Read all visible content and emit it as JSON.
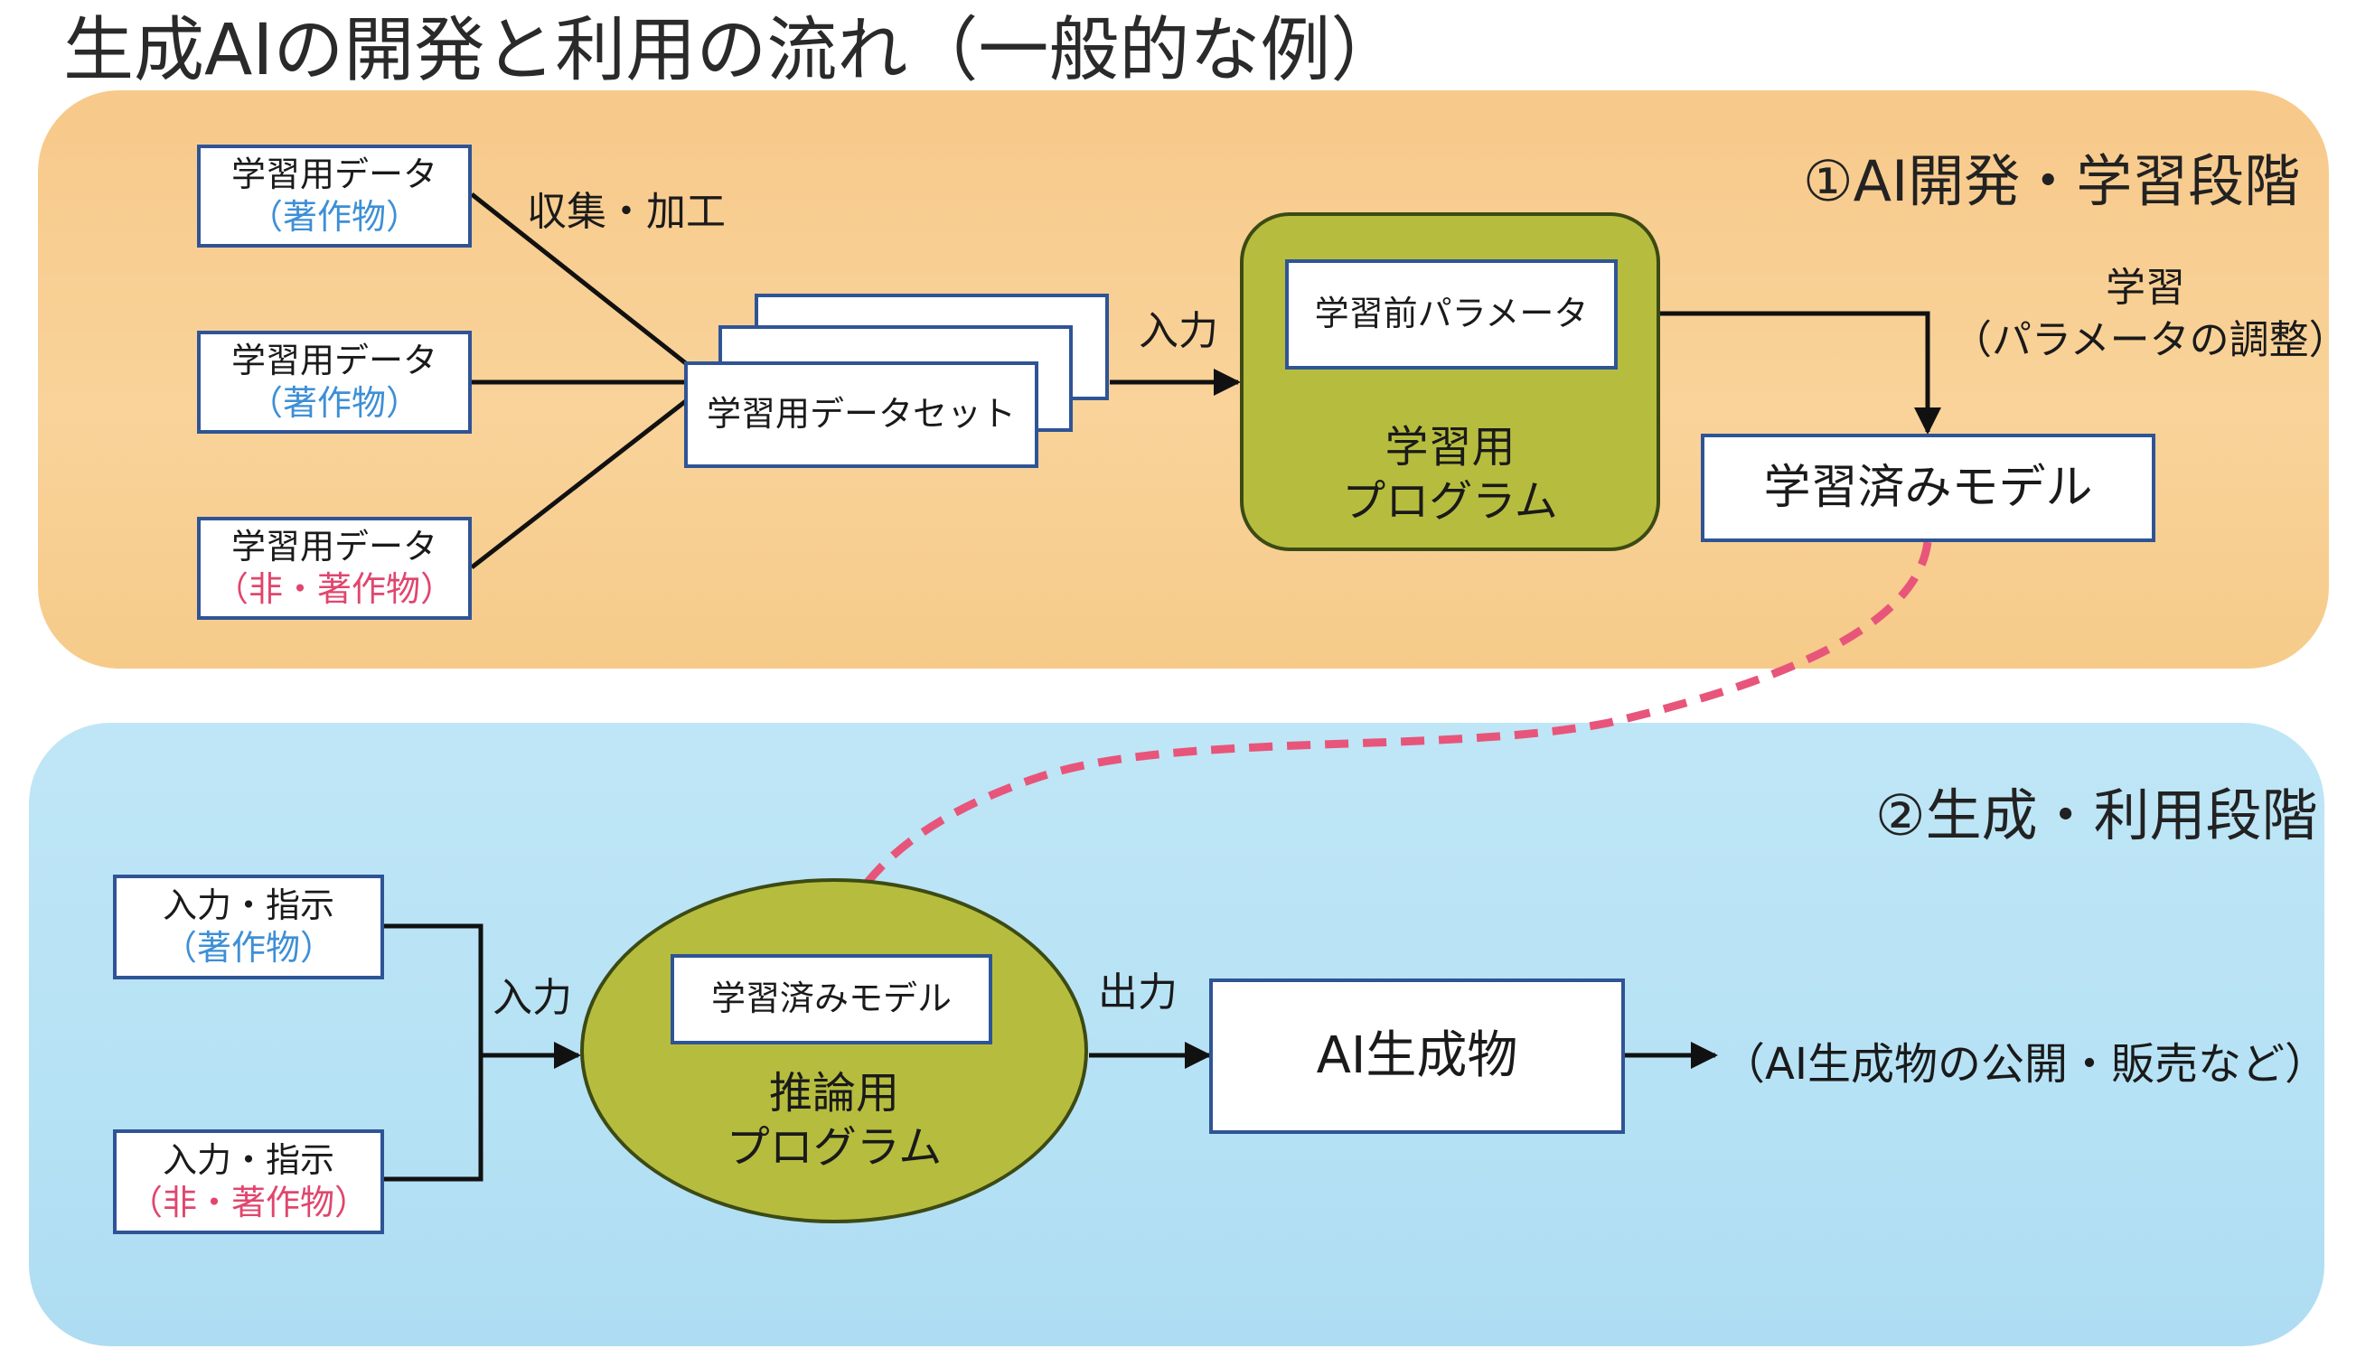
{
  "title": "生成AIの開発と利用の流れ（一般的な例）",
  "stage1": {
    "label": "①AI開発・学習段階",
    "data_boxes": [
      {
        "line1": "学習用データ",
        "line2": "（著作物）"
      },
      {
        "line1": "学習用データ",
        "line2": "（著作物）"
      },
      {
        "line1": "学習用データ",
        "line2": "（非・著作物）"
      }
    ],
    "collect_label": "収集・加工",
    "dataset_label": "学習用データセット",
    "input_label": "入力",
    "params_label": "学習前パラメータ",
    "program_line1": "学習用",
    "program_line2": "プログラム",
    "learn_line1": "学習",
    "learn_line2": "（パラメータの調整）",
    "trained_model": "学習済みモデル"
  },
  "stage2": {
    "label": "②生成・利用段階",
    "input_boxes": [
      {
        "line1": "入力・指示",
        "line2": "（著作物）"
      },
      {
        "line1": "入力・指示",
        "line2": "（非・著作物）"
      }
    ],
    "input_label": "入力",
    "model_label": "学習済みモデル",
    "program_line1": "推論用",
    "program_line2": "プログラム",
    "output_label": "出力",
    "product_label": "AI生成物",
    "publish_label": "（AI生成物の公開・販売など）"
  },
  "colors": {
    "stage1_bg": "#f7c98a",
    "stage2_bg": "#b6e2f5",
    "program_fill": "#b6bd3e",
    "box_border": "#2f5496",
    "copyright_text": "#3d8fd6",
    "non_copyright_text": "#e0466d",
    "dashed_arrow": "#e8557a"
  }
}
